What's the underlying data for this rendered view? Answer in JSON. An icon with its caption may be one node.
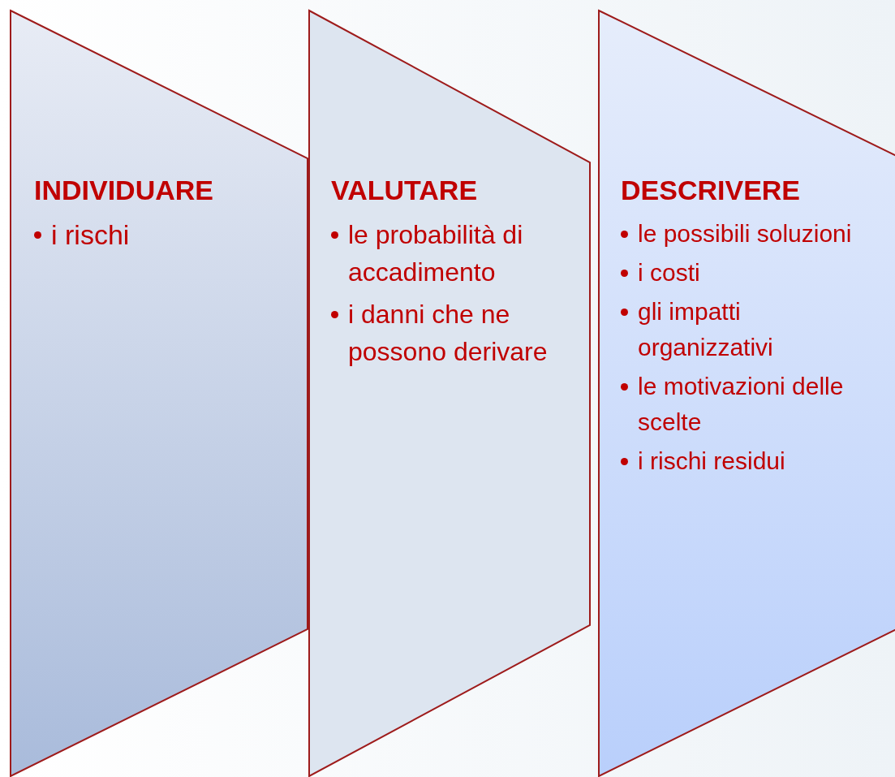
{
  "diagram": {
    "nodes": [
      {
        "text": [
          "INDIVIDUARE",
          "i rischi"
        ]
      },
      {
        "text": [
          "VALUTARE",
          "le probabilità di accadimento",
          "i danni che ne possono derivare"
        ]
      },
      {
        "text": [
          "DESCRIVERE",
          "le possibili soluzioni",
          "i costi",
          "gli impatti organizzativi",
          "le motivazioni delle scelte",
          "i rischi residui"
        ]
      }
    ]
  }
}
